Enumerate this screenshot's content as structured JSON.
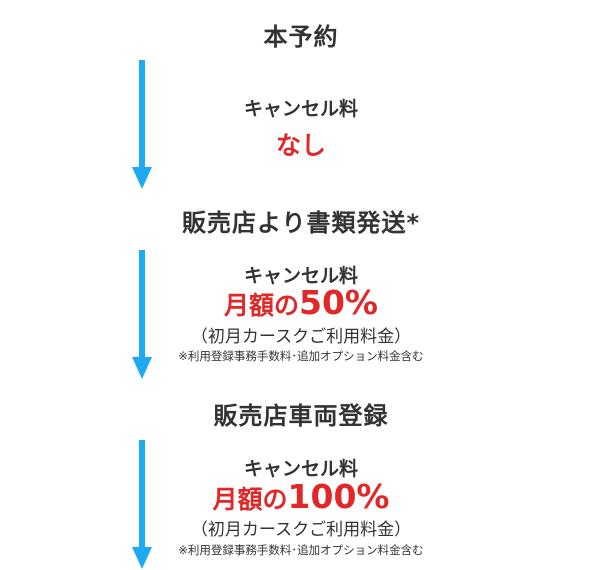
{
  "steps": [
    {
      "title": "本予約",
      "cancel_label": "キャンセル料",
      "fee": "なし"
    },
    {
      "title": "販売店より書類発送*",
      "cancel_label": "キャンセル料",
      "fee_prefix": "月額の",
      "fee_value": "50%",
      "paren": "（初月カースクご利用料金）",
      "note": "※利用登録事務手数料･追加オプション料金含む"
    },
    {
      "title": "販売店車両登録",
      "cancel_label": "キャンセル料",
      "fee_prefix": "月額の",
      "fee_value": "100%",
      "paren": "（初月カースクご利用料金）",
      "note": "※利用登録事務手数料･追加オプション料金含む"
    }
  ],
  "colors": {
    "arrow": "#1eaaf1",
    "accent": "#e12727"
  }
}
